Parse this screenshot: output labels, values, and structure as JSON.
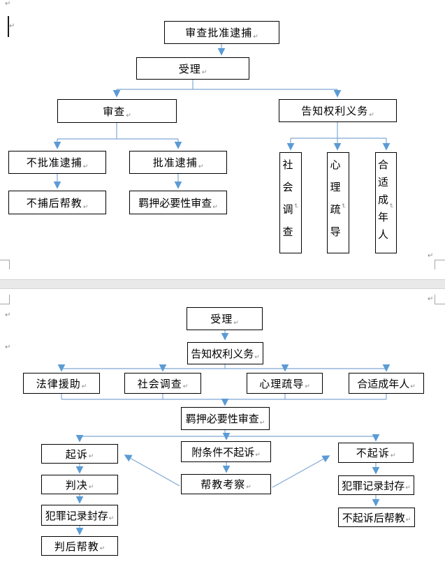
{
  "document": {
    "kind": "word-flowchart-page",
    "colors": {
      "connector": "#5b9bd5",
      "node_border": "#000000",
      "node_text": "#000000",
      "page_gap": "#e9e9e9",
      "crop_mark": "#a6a6a6",
      "format_mark": "#8a8a8a",
      "page_background": "#ffffff"
    }
  },
  "marks": {
    "pilcrow": "↵"
  },
  "chart1": {
    "title_node": "审查批准逮捕",
    "nodes": {
      "review_approve_arrest": "审查批准逮捕",
      "accept": "受理",
      "review": "审查",
      "inform_rights": "告知权利义务",
      "disapprove_arrest": "不批准逮捕",
      "approve_arrest": "批准逮捕",
      "post_nonarrest_help": "不捕后帮教",
      "detention_necessity_review": "羁押必要性审查",
      "social_investigation": "社会调查",
      "psychological_counseling": "心理疏导",
      "appropriate_adult": "合适成年人"
    }
  },
  "chart2": {
    "nodes": {
      "accept": "受理",
      "inform_rights": "告知权利义务",
      "legal_aid": "法律援助",
      "social_investigation": "社会调查",
      "psychological_counseling": "心理疏导",
      "appropriate_adult": "合适成年人",
      "detention_necessity_review": "羁押必要性审查",
      "prosecute": "起诉",
      "conditional_nonprosecution": "附条件不起诉",
      "nonprosecution": "不起诉",
      "judgment": "判决",
      "help_education_inspection": "帮教考察",
      "criminal_record_seal_left": "犯罪记录封存",
      "criminal_record_seal_right": "犯罪记录封存",
      "post_nonprosecution_help": "不起诉后帮教",
      "post_judgment_help": "判后帮教"
    }
  }
}
